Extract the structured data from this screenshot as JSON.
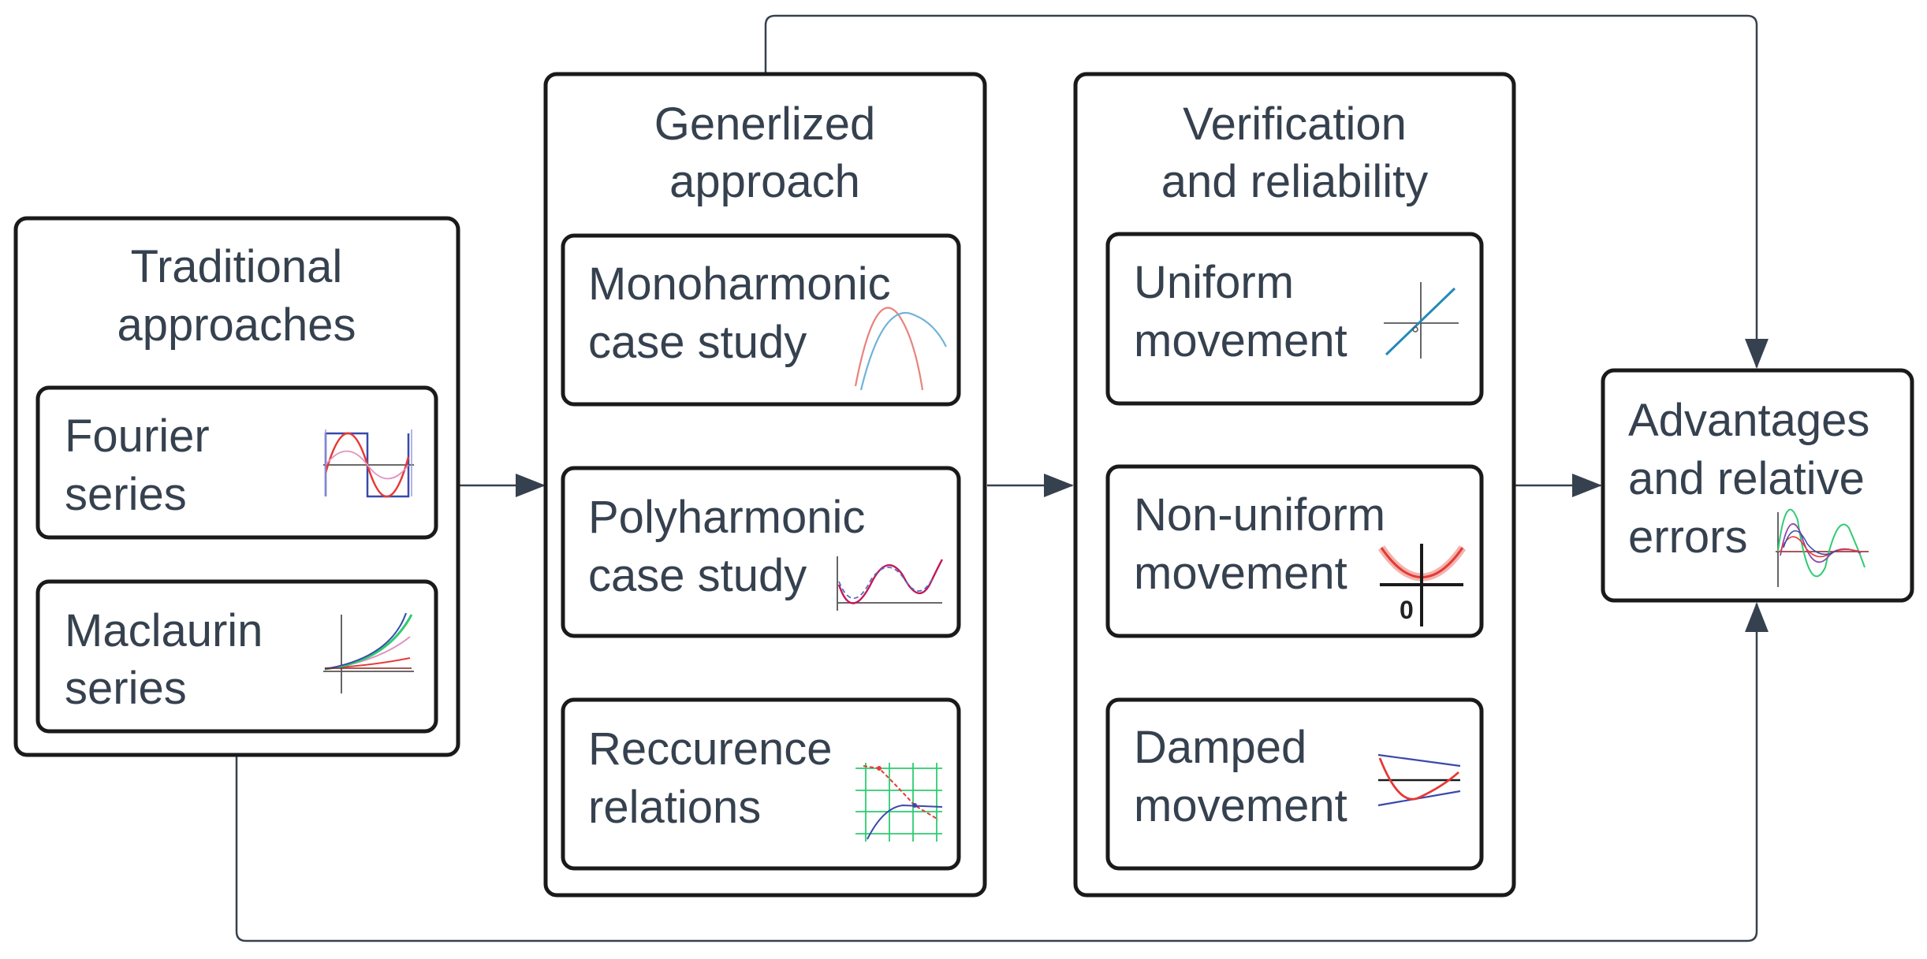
{
  "diagram": {
    "colors": {
      "text": "#36414f",
      "box_border": "#1a1a1a",
      "connector": "#36414f",
      "icon_red": "#e53935",
      "icon_blue": "#3949ab",
      "icon_teal": "#2589b8",
      "icon_green": "#2ecc71",
      "icon_pink": "#e091c0"
    },
    "groups": {
      "traditional": {
        "title_line1": "Traditional",
        "title_line2": "approaches",
        "items": [
          {
            "line1": "Fourier",
            "line2": "series",
            "icon": "square-wave-icon"
          },
          {
            "line1": "Maclaurin",
            "line2": "series",
            "icon": "taylor-curves-icon"
          }
        ]
      },
      "generalized": {
        "title_line1": "Generlized",
        "title_line2": "approach",
        "items": [
          {
            "line1": "Monoharmonic",
            "line2": "case study",
            "icon": "two-arcs-icon"
          },
          {
            "line1": "Polyharmonic",
            "line2": "case study",
            "icon": "wave-fit-icon"
          },
          {
            "line1": "Reccurence",
            "line2": "relations",
            "icon": "grid-plot-icon"
          }
        ]
      },
      "verification": {
        "title_line1": "Verification",
        "title_line2": "and reliability",
        "items": [
          {
            "line1": "Uniform",
            "line2": "movement",
            "icon": "linear-line-icon"
          },
          {
            "line1": "Non-uniform",
            "line2": "movement",
            "icon": "parabola-icon",
            "icon_text": "0"
          },
          {
            "line1": "Damped",
            "line2": "movement",
            "icon": "damped-envelope-icon"
          }
        ]
      },
      "advantages": {
        "line1": "Advantages",
        "line2": "and relative",
        "line3": "errors",
        "icon": "error-waves-icon"
      }
    }
  }
}
